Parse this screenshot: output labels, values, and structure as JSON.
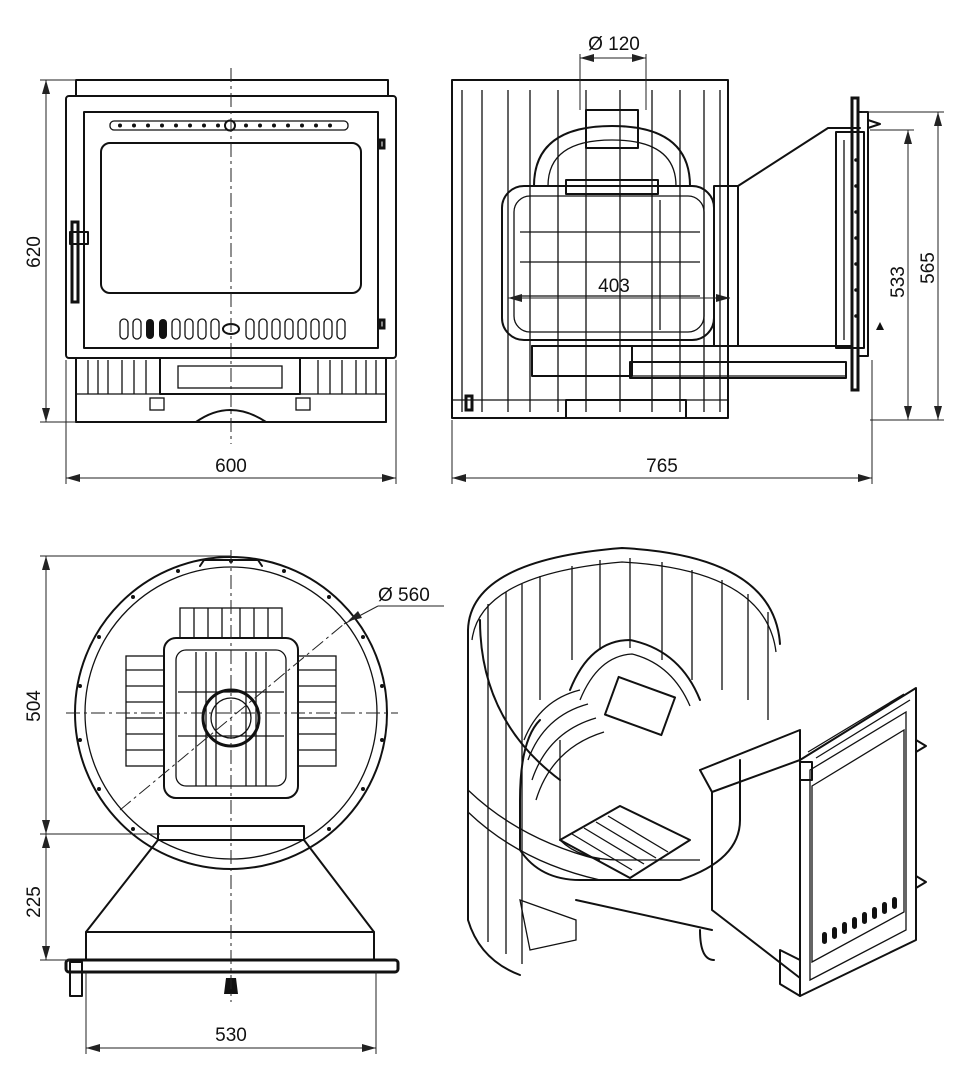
{
  "dimensions": {
    "front_width": "600",
    "front_height": "620",
    "side_depth": "765",
    "chimney_diameter": "Ø 120",
    "firebox_width": "403",
    "door_height": "533",
    "overall_height": "565",
    "top_diameter": "Ø 560",
    "top_depth": "504",
    "tunnel_length": "225",
    "door_frame_width": "530"
  }
}
